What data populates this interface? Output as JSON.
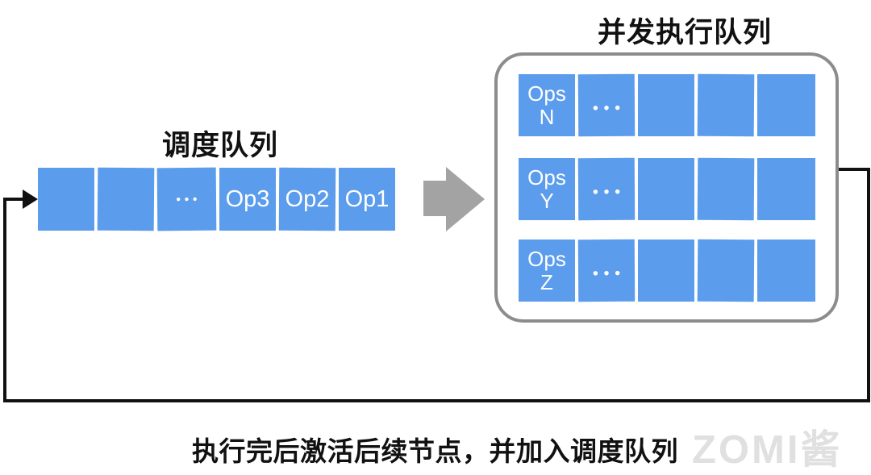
{
  "schedule_queue": {
    "title": "调度队列",
    "cells": [
      "",
      "",
      "•••",
      "Op3",
      "Op2",
      "Op1"
    ]
  },
  "concurrent_queue": {
    "title": "并发执行队列",
    "rows": [
      {
        "label_top": "Ops",
        "label_bottom": "N",
        "dots": "•••"
      },
      {
        "label_top": "Ops",
        "label_bottom": "Y",
        "dots": "•••"
      },
      {
        "label_top": "Ops",
        "label_bottom": "Z",
        "dots": "•••"
      }
    ]
  },
  "caption": "执行完后激活后续节点，并加入调度队列",
  "watermark": "ZOMI酱",
  "colors": {
    "box_blue": "#5B9CEC",
    "arrow_gray": "#A3A3A3",
    "panel_border_gray": "#8C8C8C",
    "loop_line_black": "#111111",
    "watermark_gray": "#E0E0E0"
  }
}
